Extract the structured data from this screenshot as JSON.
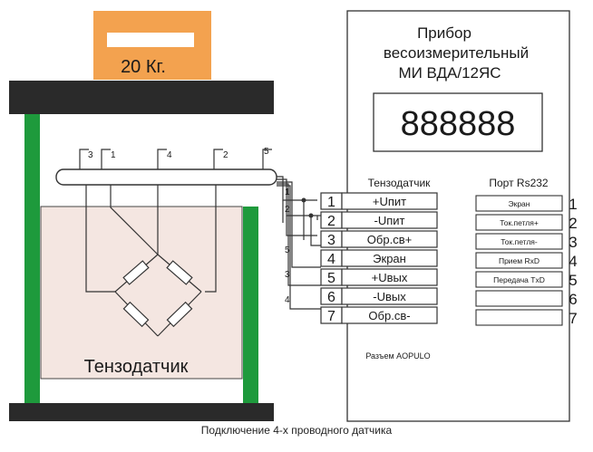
{
  "weight": {
    "label": "20 Кг."
  },
  "instrument": {
    "title_lines": [
      "Прибор",
      "весоизмерительный",
      "МИ ВДА/12ЯС"
    ],
    "display_value": "888888"
  },
  "sensor_block": {
    "header": "Тензодатчик",
    "rows": [
      {
        "num": "1",
        "label": "+Uпит"
      },
      {
        "num": "2",
        "label": "-Uпит"
      },
      {
        "num": "3",
        "label": "Обр.св+"
      },
      {
        "num": "4",
        "label": "Экран"
      },
      {
        "num": "5",
        "label": "+Uвых"
      },
      {
        "num": "6",
        "label": "-Uвых"
      },
      {
        "num": "7",
        "label": "Обр.св-"
      }
    ],
    "connector_label": "Разъем AOPULO"
  },
  "port_block": {
    "header": "Порт Rs232",
    "rows": [
      {
        "num": "1",
        "label": "Экран"
      },
      {
        "num": "2",
        "label": "Ток.петля+"
      },
      {
        "num": "3",
        "label": "Ток.петля-"
      },
      {
        "num": "4",
        "label": "Прием RxD"
      },
      {
        "num": "5",
        "label": "Передача TxD"
      },
      {
        "num": "6",
        "label": ""
      },
      {
        "num": "7",
        "label": ""
      }
    ]
  },
  "sensor_label": "Тензодатчик",
  "cable_wire_numbers": [
    "3",
    "1",
    "4",
    "2",
    "5"
  ],
  "side_wire_numbers": [
    "1",
    "2",
    "5",
    "3",
    "4"
  ],
  "caption": "Подключение 4-х проводного датчика",
  "colors": {
    "weight_fill": "#f3a24f",
    "weight_window": "#ffffff",
    "plate": "#2a2a2a",
    "post": "#1e9a3c",
    "sensor_body": "#f4e6e1",
    "line": "#333333",
    "background": "#ffffff"
  }
}
